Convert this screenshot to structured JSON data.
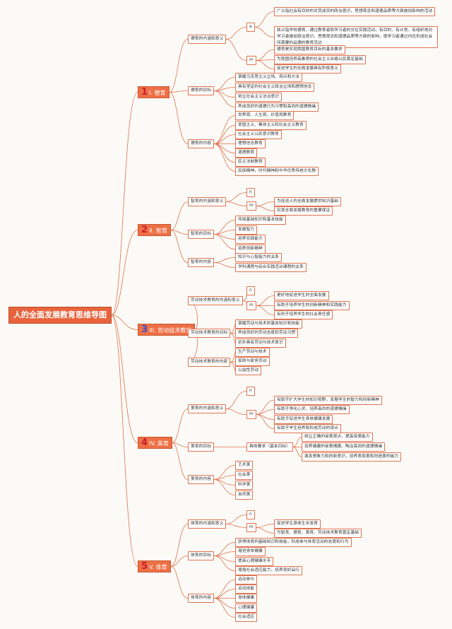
{
  "root": "人的全面发展教育思维导图",
  "branches": [
    {
      "num": "1",
      "label": "I. 德育",
      "children": [
        {
          "label": "德育的内涵和意义",
          "children": [
            {
              "label": "a",
              "children": [
                "广义指社会有目的的对其成员的政治意识、思想观念和道德品质等方面施加影响的活动",
                "狭义指学校德育，通过教育者和学习者的交往实践活动，有目的、有计划、有组织地对学习者施加政治意识，思想观念和道德品质等方面的影响，使学习者通过内化形成社会所需要的品德的教育活动"
              ]
            },
            {
              "label": "m",
              "children": [
                "德育是实现我国教育目标的基本要求",
                "为我国培养高素质的社会主义合格公民奠定基础",
                "促进学生的全面发展具有积极意义"
              ]
            }
          ]
        },
        {
          "label": "德育的目标",
          "children": [
            "掌握马克思主义立场、观点和方法",
            "具有坚定的社会主义政治立场和理想信念",
            "树立社会主义法治意识",
            "养成良好的道德行为习惯和高尚的道德情操"
          ]
        },
        {
          "label": "德育的内容",
          "children": [
            "世界观、人生观、价值观教育",
            "爱国主义、集体主义和社会主义教育",
            "社会主义公民意识教育",
            "理想信念教育",
            "道德教育",
            "民主法制教育",
            "民族精神，时代精神和中华优秀传统文化教"
          ]
        }
      ]
    },
    {
      "num": "2",
      "label": "II. 智育",
      "children": [
        {
          "label": "智育的内涵和意义",
          "children": [
            {
              "label": "n",
              "children": []
            },
            {
              "label": "m",
              "children": [
                "为促进人的全面发展提供知识基础",
                "实现全面发展教育的重要保证"
              ]
            }
          ]
        },
        {
          "label": "智育的目标",
          "children": [
            "传授基础知识和基本技能",
            "发展智力",
            "培养实践能力",
            "培养创新精神"
          ]
        },
        {
          "label": "智育的内容",
          "children": [
            "知识与心智能力的关系",
            "学科课程与综合实践活动课程的关系"
          ]
        }
      ]
    },
    {
      "num": "3",
      "label": "III. 劳动技术教育",
      "children": [
        {
          "label": "劳动技术教育的内涵和意义",
          "children": [
            {
              "label": "n",
              "children": []
            },
            {
              "label": "m",
              "children": [
                "更好地促进学生的全面发展",
                "有助于培养学生的创新精神和实践能力",
                "有利于培养学生的社会责任感"
              ]
            }
          ]
        },
        {
          "label": "劳动技术教育的目标",
          "children": [
            "掌握劳动与技术的基本知识和技能",
            "养成良好的劳动态度和劳动习惯",
            "初步具有劳动与技术意识"
          ]
        },
        {
          "label": "劳动技术教育的内容",
          "children": [
            "生产劳动与技术",
            "家政与家务劳动",
            "公益性劳动"
          ]
        }
      ]
    },
    {
      "num": "4",
      "label": "IV. 美育",
      "children": [
        {
          "label": "美育的内涵和意义",
          "children": [
            {
              "label": "n",
              "children": []
            },
            {
              "label": "m",
              "children": [
                "有助于扩大学生的知识视野，发展学生的智力和创新精神",
                "有助于净化心灵，培养高尚的道德情操",
                "有助于促进学生身体健康发展",
                "有助于学生培养和形成劳动的观点"
              ]
            }
          ]
        },
        {
          "label": "美育的目标",
          "children": [
            {
              "label": "具体要求（基本目标）",
              "children": [
                "树立正确的审美观点，提高审美能力",
                "培养健康的审美情趣，陶冶高尚的道德情操",
                "激发想象力和创新意识，培养表现美和创造美的能力"
              ]
            }
          ]
        },
        {
          "label": "美育的内容",
          "children": [
            "艺术美",
            "社会美",
            "科学美",
            "自然美"
          ]
        }
      ]
    },
    {
      "num": "5",
      "label": "V. 体育",
      "children": [
        {
          "label": "体育的内涵和意义",
          "children": [
            {
              "label": "n",
              "children": []
            },
            {
              "label": "m",
              "children": [
                "促进学生身体生长发育",
                "为智育、德育、美育、劳动技术教育奠定基础"
              ]
            }
          ]
        },
        {
          "label": "体育的目标",
          "children": [
            "获得体育的基础知识和技能，形成参与体育活动的态度和行为",
            "增进身体健康",
            "提高心理健康水平",
            "增强社会适应能力，培养良好品行"
          ]
        },
        {
          "label": "体育的内容",
          "children": [
            "运动参与",
            "运动技能",
            "身体健康",
            "心理健康",
            "社会适应"
          ]
        }
      ]
    }
  ],
  "colors": {
    "line": "#e0724e",
    "branch_fill": "#ee7046",
    "root_fill": "#e8633c",
    "num_red": "#c8202a",
    "num_blue": "#3b55c7"
  }
}
